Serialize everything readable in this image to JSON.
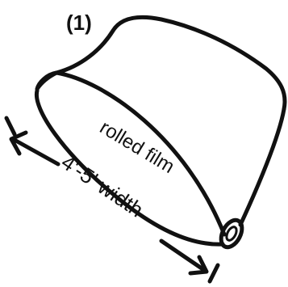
{
  "figure": {
    "panel_label": "(1)",
    "film_label": "rolled film",
    "width_label": "4'-5' width",
    "ink_color": "#111111",
    "background_color": "#ffffff"
  }
}
